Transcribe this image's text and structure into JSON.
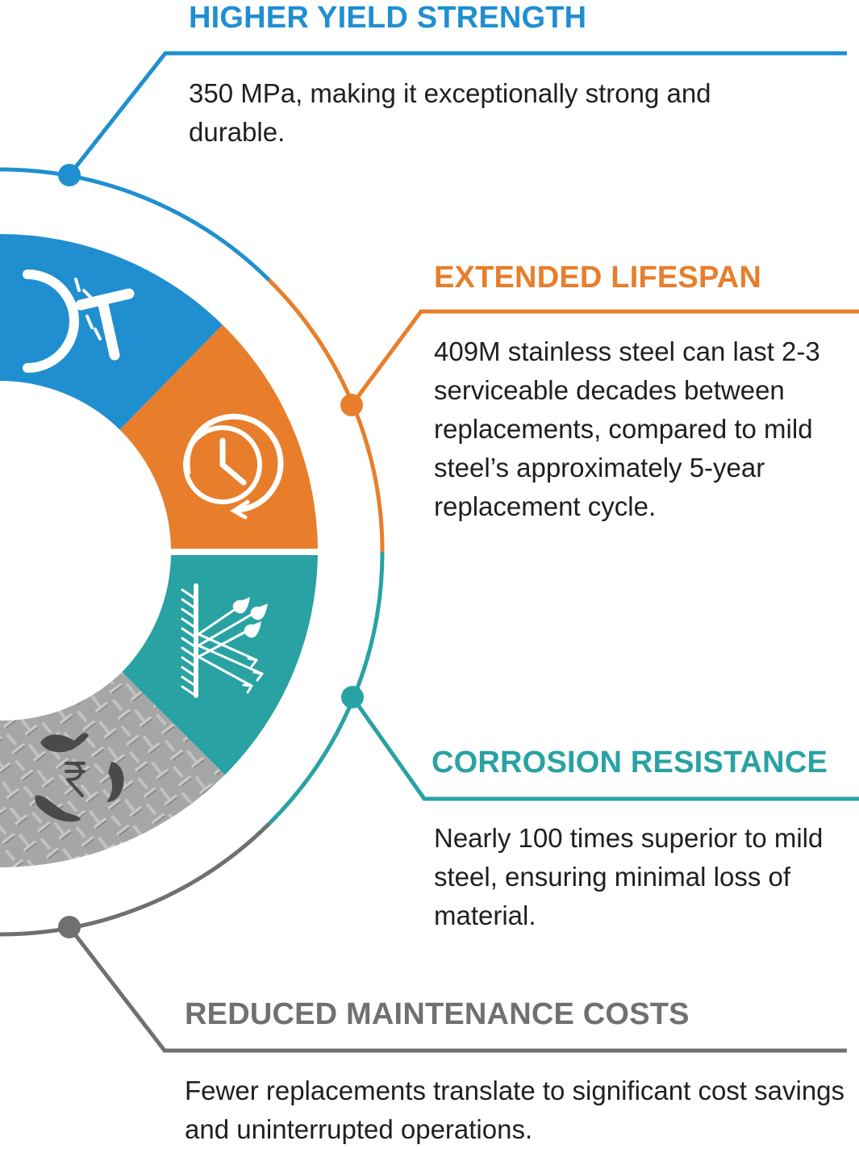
{
  "colors": {
    "blue": "#1f8fd0",
    "orange": "#e87e2b",
    "teal": "#29a2a3",
    "gray": "#707070",
    "steel": "#a4a6a8"
  },
  "features": [
    {
      "id": "higher-yield-strength",
      "title": "HIGHER YIELD STRENGTH",
      "description": "350 MPa, making it exceptionally strong and durable.",
      "color": "blue",
      "icon": "hammer-impact-icon"
    },
    {
      "id": "extended-lifespan",
      "title": "EXTENDED LIFESPAN",
      "description": "409M stainless steel can last 2-3 serviceable decades between replacements, compared to mild steel’s approximately 5-year replacement cycle.",
      "color": "orange",
      "icon": "clock-cycle-icon"
    },
    {
      "id": "corrosion-resistance",
      "title": "CORROSION RESISTANCE",
      "description": "Nearly 100 times superior to mild steel, ensuring minimal loss of material.",
      "color": "teal",
      "icon": "water-droplets-deflect-icon"
    },
    {
      "id": "reduced-maintenance-costs",
      "title": "REDUCED MAINTENANCE COSTS",
      "description": "Fewer replacements translate to significant cost savings and uninterrupted operations.",
      "color": "gray",
      "icon": "rupee-hands-cycle-icon"
    }
  ]
}
